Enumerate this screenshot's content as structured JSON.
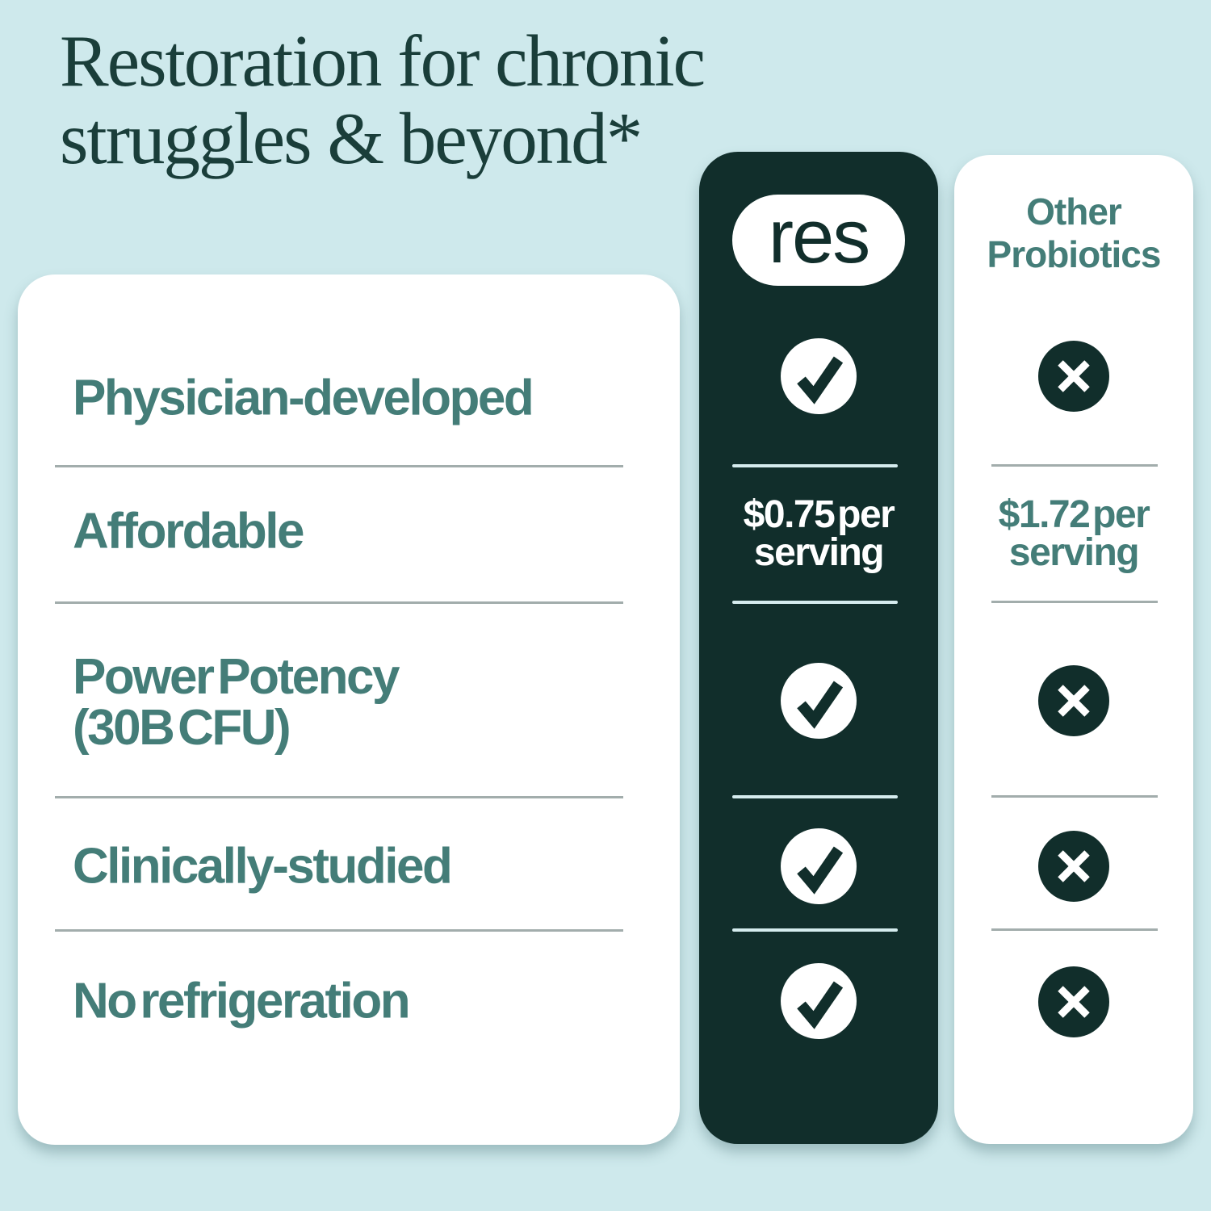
{
  "title": "Restoration for chronic struggles & beyond*",
  "brand": {
    "logo_text": "res"
  },
  "columns": {
    "brand_header_icon": "res-logo-pill",
    "other_header": "Other\nProbiotics"
  },
  "table": {
    "rows": [
      {
        "label": "Physician-developed",
        "res": "check",
        "other": "x"
      },
      {
        "label": "Affordable",
        "res": "$0.75 per serving",
        "other": "$1.72 per serving",
        "res_display": "$0.75 per\nserving",
        "other_display": "$1.72 per\nserving"
      },
      {
        "label": "Power Potency\n(30B CFU)",
        "res": "check",
        "other": "x"
      },
      {
        "label": "Clinically-studied",
        "res": "check",
        "other": "x"
      },
      {
        "label": "No refrigeration",
        "res": "check",
        "other": "x"
      }
    ]
  },
  "chart_data": {
    "type": "table",
    "title": "Restoration for chronic struggles & beyond*",
    "columns": [
      "Feature",
      "res",
      "Other Probiotics"
    ],
    "rows": [
      [
        "Physician-developed",
        "yes",
        "no"
      ],
      [
        "Affordable",
        "$0.75 per serving",
        "$1.72 per serving"
      ],
      [
        "Power Potency (30B CFU)",
        "yes",
        "no"
      ],
      [
        "Clinically-studied",
        "yes",
        "no"
      ],
      [
        "No refrigeration",
        "yes",
        "no"
      ]
    ]
  },
  "icons": {
    "check": {
      "name": "check-icon",
      "glyph": "✓"
    },
    "x": {
      "name": "x-icon",
      "glyph": "✕"
    }
  },
  "colors": {
    "background": "#cee9ec",
    "dark_teal": "#112e2b",
    "teal_text": "#447d78",
    "headline_text": "#1a3e3a",
    "divider_gray": "#a2adac",
    "divider_light": "#d5ecee",
    "card_white": "#ffffff"
  }
}
